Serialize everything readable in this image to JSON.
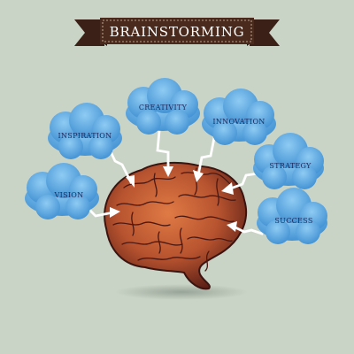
{
  "banner": {
    "title": "BRAINSTORMING"
  },
  "clouds": [
    {
      "id": "creativity",
      "label": "CREATIVITY"
    },
    {
      "id": "innovation",
      "label": "INNOVATION"
    },
    {
      "id": "inspiration",
      "label": "INSPIRATION"
    },
    {
      "id": "strategy",
      "label": "STRATEGY"
    },
    {
      "id": "vision",
      "label": "VISION"
    },
    {
      "id": "success",
      "label": "SUCCESS"
    }
  ],
  "colors": {
    "background": "#c9d4c6",
    "cloud": "#5aa9e2",
    "cloud_text": "#1c2a5c",
    "banner": "#4a2a1c",
    "brain": "#b7532f",
    "arrow": "#ffffff"
  }
}
